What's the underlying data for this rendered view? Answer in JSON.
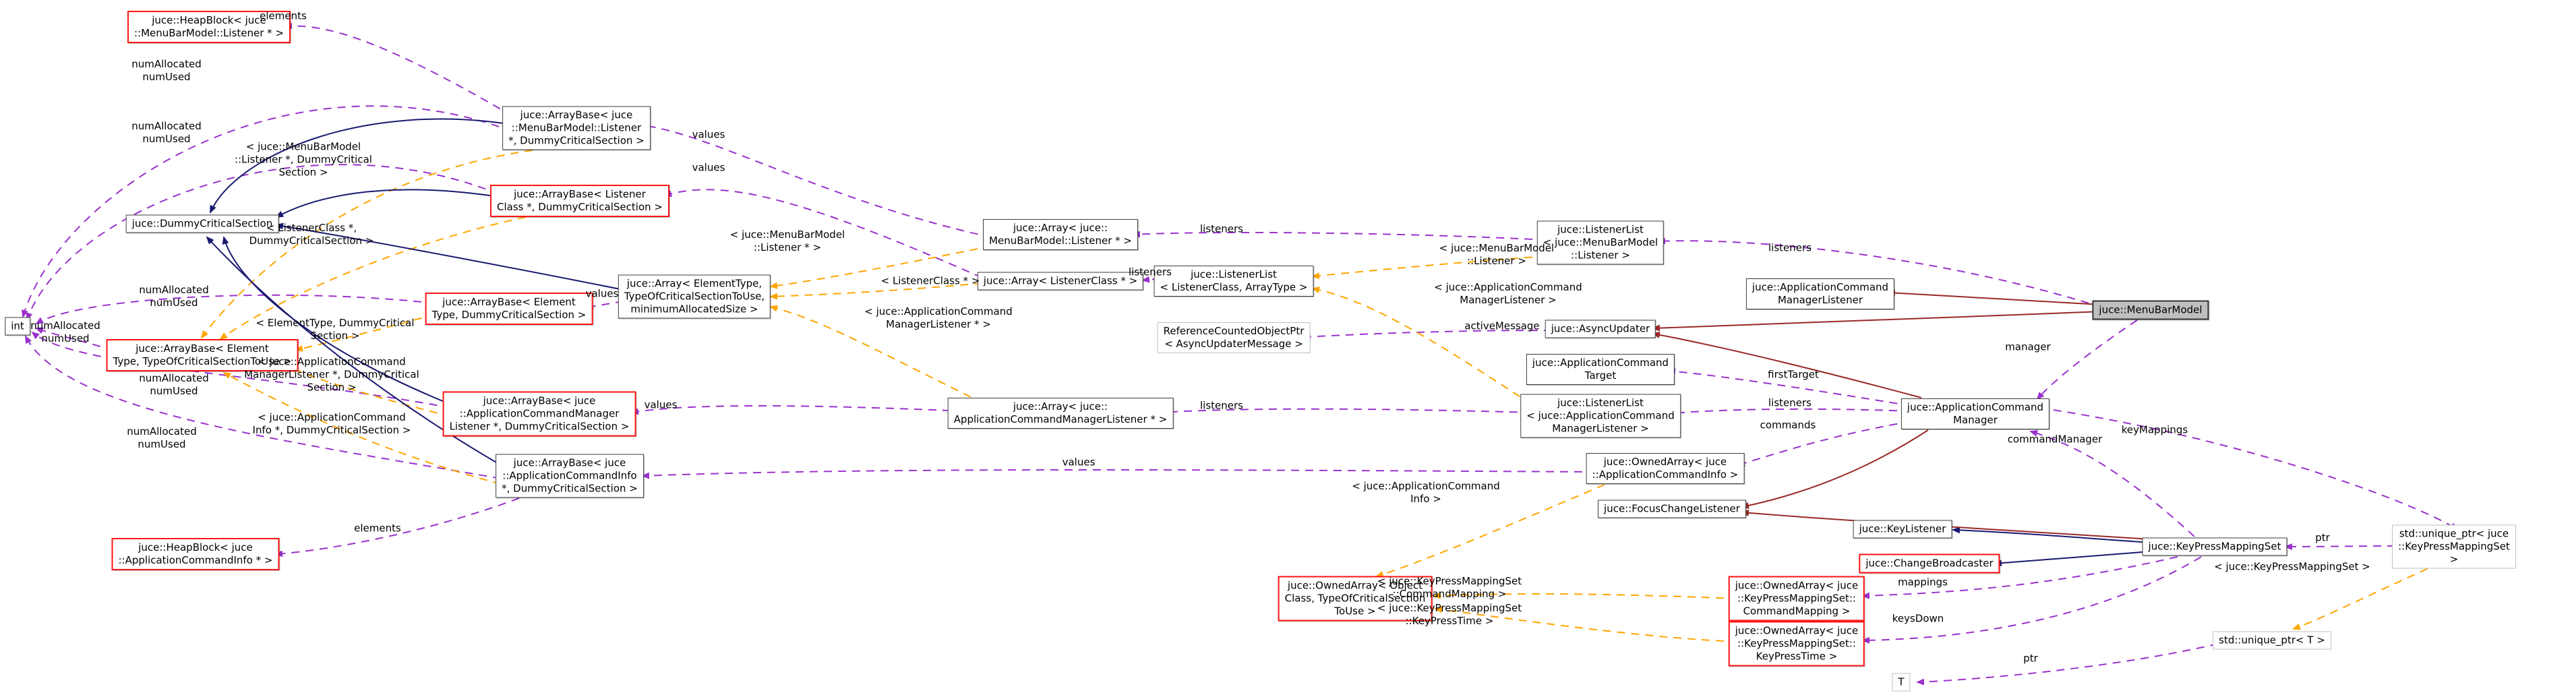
{
  "diagram": {
    "type": "doxygen-collaboration-diagram",
    "main_class": "juce::MenuBarModel"
  },
  "colors": {
    "usage_edge": "#9A32CD",
    "template_edge": "#FFA500",
    "public_inheritance_edge": "#191970",
    "private_inheritance_edge": "#9A2828",
    "truncated_node_border": "#FF1414",
    "external_node_border": "#BFBFBF",
    "main_node_fill": "#BFBFBF",
    "node_border": "#3D3D3D",
    "background": "#FFFFFF"
  },
  "nodes": {
    "int_box": {
      "label": "int"
    },
    "heapblock_listener": {
      "label": "juce::HeapBlock< juce\n::MenuBarModel::Listener * >"
    },
    "dummy_critical_section": {
      "label": "juce::DummyCriticalSection"
    },
    "arraybase_elem_toc": {
      "label": "juce::ArrayBase< Element\nType, TypeOfCriticalSectionToUse >"
    },
    "heapblock_cmdinfo": {
      "label": "juce::HeapBlock< juce\n::ApplicationCommandInfo * >"
    },
    "arraybase_mbm_listener": {
      "label": "juce::ArrayBase< juce\n::MenuBarModel::Listener\n *, DummyCriticalSection >"
    },
    "arraybase_listenerclass": {
      "label": "juce::ArrayBase< Listener\nClass *, DummyCriticalSection >"
    },
    "arraybase_elem_dcs": {
      "label": "juce::ArrayBase< Element\nType, DummyCriticalSection >"
    },
    "arraybase_acml_dcs": {
      "label": "juce::ArrayBase< juce\n::ApplicationCommandManager\nListener *, DummyCriticalSection >"
    },
    "arraybase_aci_dcs": {
      "label": "juce::ArrayBase< juce\n::ApplicationCommandInfo\n *, DummyCriticalSection >"
    },
    "array_elem_toc_min": {
      "label": "juce::Array< ElementType,\nTypeOfCriticalSectionToUse,\nminimumAllocatedSize >"
    },
    "array_mbm_listener": {
      "label": "juce::Array< juce::\nMenuBarModel::Listener * >"
    },
    "array_listenerclass": {
      "label": "juce::Array< ListenerClass * >"
    },
    "array_acml": {
      "label": "juce::Array< juce::\nApplicationCommandManagerListener * >"
    },
    "listenerlist_lc_at": {
      "label": "juce::ListenerList\n< ListenerClass, ArrayType >"
    },
    "refcounted_asyncmsg": {
      "label": "ReferenceCountedObjectPtr\n< AsyncUpdaterMessage >"
    },
    "ownedarray_oc_toc": {
      "label": "juce::OwnedArray< Object\nClass, TypeOfCriticalSection\nToUse >"
    },
    "listenerlist_mbm": {
      "label": "juce::ListenerList\n< juce::MenuBarModel\n::Listener >"
    },
    "asyncupdater": {
      "label": "juce::AsyncUpdater"
    },
    "app_cmd_target": {
      "label": "juce::ApplicationCommand\nTarget"
    },
    "listenerlist_acml": {
      "label": "juce::ListenerList\n< juce::ApplicationCommand\nManagerListener >"
    },
    "ownedarray_aci": {
      "label": "juce::OwnedArray< juce\n::ApplicationCommandInfo >"
    },
    "focuschangelistener": {
      "label": "juce::FocusChangeListener"
    },
    "ownedarray_kpms_cm": {
      "label": "juce::OwnedArray< juce\n::KeyPressMappingSet::\nCommandMapping >"
    },
    "ownedarray_kpms_kpt": {
      "label": "juce::OwnedArray< juce\n::KeyPressMappingSet::\nKeyPressTime >"
    },
    "keylistener": {
      "label": "juce::KeyListener"
    },
    "changebroadcaster": {
      "label": "juce::ChangeBroadcaster"
    },
    "t_box": {
      "label": "T"
    },
    "acml_listener": {
      "label": "juce::ApplicationCommand\nManagerListener"
    },
    "menubarmodel": {
      "label": "juce::MenuBarModel"
    },
    "app_cmd_manager": {
      "label": "juce::ApplicationCommand\nManager"
    },
    "keypressmappingset": {
      "label": "juce::KeyPressMappingSet"
    },
    "uniqueptr_kpms": {
      "label": "std::unique_ptr< juce\n::KeyPressMappingSet >"
    },
    "uniqueptr_t": {
      "label": "std::unique_ptr< T >"
    }
  },
  "edge_labels": {
    "elements_top": "elements",
    "elements_bottom": "elements",
    "num_1": "numAllocated\nnumUsed",
    "num_2": "numAllocated\nnumUsed",
    "num_3": "numAllocated\nnumUsed",
    "num_4": "numAllocated\nnumUsed",
    "num_5": "numAllocated\nnumUsed",
    "num_6": "numAllocated\nnumUsed",
    "values_1": "values",
    "values_2": "values",
    "values_3": "values",
    "values_4": "values",
    "values_5": "values",
    "listeners_1": "listeners",
    "listeners_2": "listeners",
    "listeners_3": "listeners",
    "listeners_4": "listeners",
    "listeners_5": "listeners",
    "active_message": "activeMessage",
    "first_target": "firstTarget",
    "commands": "commands",
    "manager": "manager",
    "key_mappings": "keyMappings",
    "command_manager": "commandManager",
    "mappings": "mappings",
    "keys_down": "keysDown",
    "ptr_right": "ptr",
    "ptr_bottom": "ptr",
    "tmpl_1": "< juce::MenuBarModel\n::Listener *, DummyCritical\nSection >",
    "tmpl_2": "< ListenerClass *,\nDummyCriticalSection >",
    "tmpl_3": "< ElementType, DummyCritical\nSection >",
    "tmpl_4": "< juce::ApplicationCommand\nManagerListener *, DummyCritical\nSection >",
    "tmpl_5": "< juce::ApplicationCommand\nInfo *, DummyCriticalSection >",
    "tmpl_6": "< juce::MenuBarModel\n::Listener * >",
    "tmpl_7": "< ListenerClass * >",
    "tmpl_8": "< juce::ApplicationCommand\nManagerListener * >",
    "tmpl_9": "< juce::MenuBarModel\n::Listener >",
    "tmpl_10": "< juce::ApplicationCommand\nManagerListener >",
    "tmpl_11": "< juce::ApplicationCommand\nInfo >",
    "tmpl_12": "< juce::KeyPressMappingSet\n::CommandMapping >",
    "tmpl_13": "< juce::KeyPressMappingSet\n::KeyPressTime >",
    "tmpl_14": "< juce::KeyPressMappingSet >"
  }
}
